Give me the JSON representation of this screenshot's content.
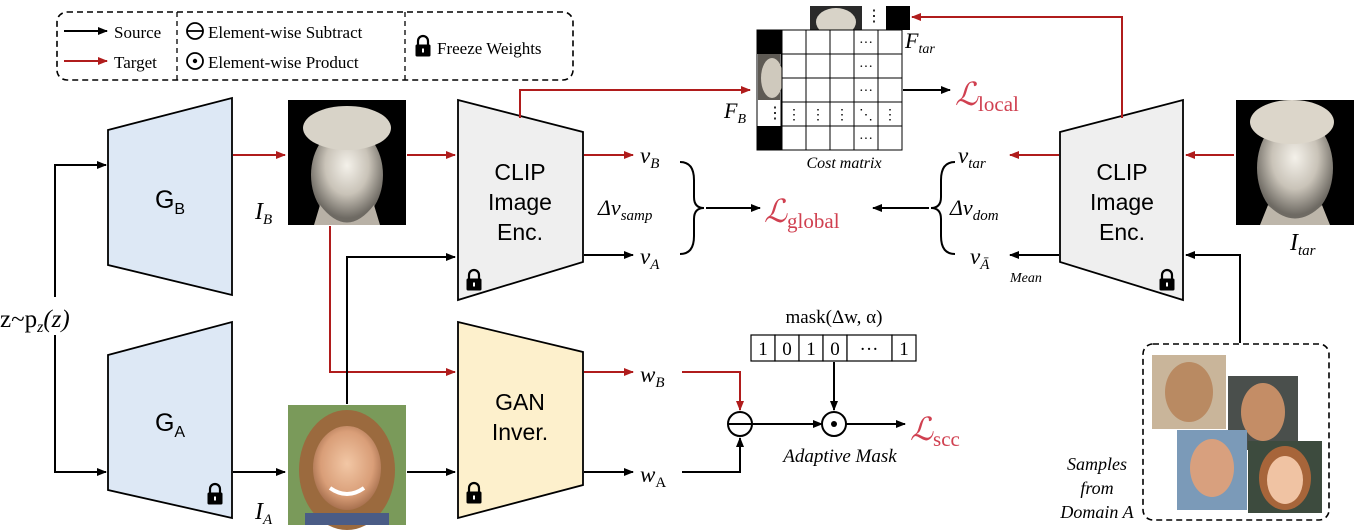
{
  "legend": {
    "source": "Source",
    "target": "Target",
    "subtract": "Element-wise Subtract",
    "product": "Element-wise Product",
    "freeze": "Freeze Weights"
  },
  "latent": {
    "z_label": "z~p",
    "z_sub": "z",
    "z_tail": "(z)"
  },
  "generators": {
    "gb": {
      "main": "G",
      "sub": "B"
    },
    "ga": {
      "main": "G",
      "sub": "A"
    }
  },
  "images": {
    "ib": {
      "main": "I",
      "sub": "B"
    },
    "ia": {
      "main": "I",
      "sub": "A"
    },
    "itar": {
      "main": "I",
      "sub": "tar"
    }
  },
  "encoders": {
    "clip_left": [
      "CLIP",
      "Image",
      "Enc."
    ],
    "clip_right": [
      "CLIP",
      "Image",
      "Enc."
    ],
    "gan_inv": [
      "GAN",
      "Inver."
    ]
  },
  "vectors": {
    "vb": {
      "main": "v",
      "sub": "B"
    },
    "va": {
      "main": "v",
      "sub": "A"
    },
    "dv_samp": {
      "main": "Δv",
      "sub": "samp"
    },
    "vtar": {
      "main": "v",
      "sub": "tar"
    },
    "dv_dom": {
      "main": "Δv",
      "sub": "dom"
    },
    "vabar": {
      "main": "v",
      "sub": "Ā"
    },
    "wb": {
      "main": "w",
      "sub": "B"
    },
    "wa": {
      "main": "w",
      "sub": "A"
    },
    "fb": {
      "main": "F",
      "sub": "B"
    },
    "ftar": {
      "main": "F",
      "sub": "tar"
    }
  },
  "losses": {
    "local": {
      "main": "ℒ",
      "sub": "local"
    },
    "global": {
      "main": "ℒ",
      "sub": "global"
    },
    "scc": {
      "main": "ℒ",
      "sub": "scc"
    }
  },
  "labels": {
    "cost_matrix": "Cost matrix",
    "mean": "Mean",
    "adaptive_mask": "Adaptive Mask",
    "mask_fn": "mask(Δw, α)",
    "mask_bits": [
      "1",
      "0",
      "1",
      "0",
      "···",
      "1"
    ],
    "samples": [
      "Samples",
      "from",
      "Domain A"
    ]
  },
  "colors": {
    "source_arrow": "#000000",
    "target_arrow": "#b01c1c",
    "loss_text": "#d04050",
    "generator_fill": "#dde8f5",
    "clip_fill": "#efefef",
    "gan_fill": "#fdf0cc"
  }
}
